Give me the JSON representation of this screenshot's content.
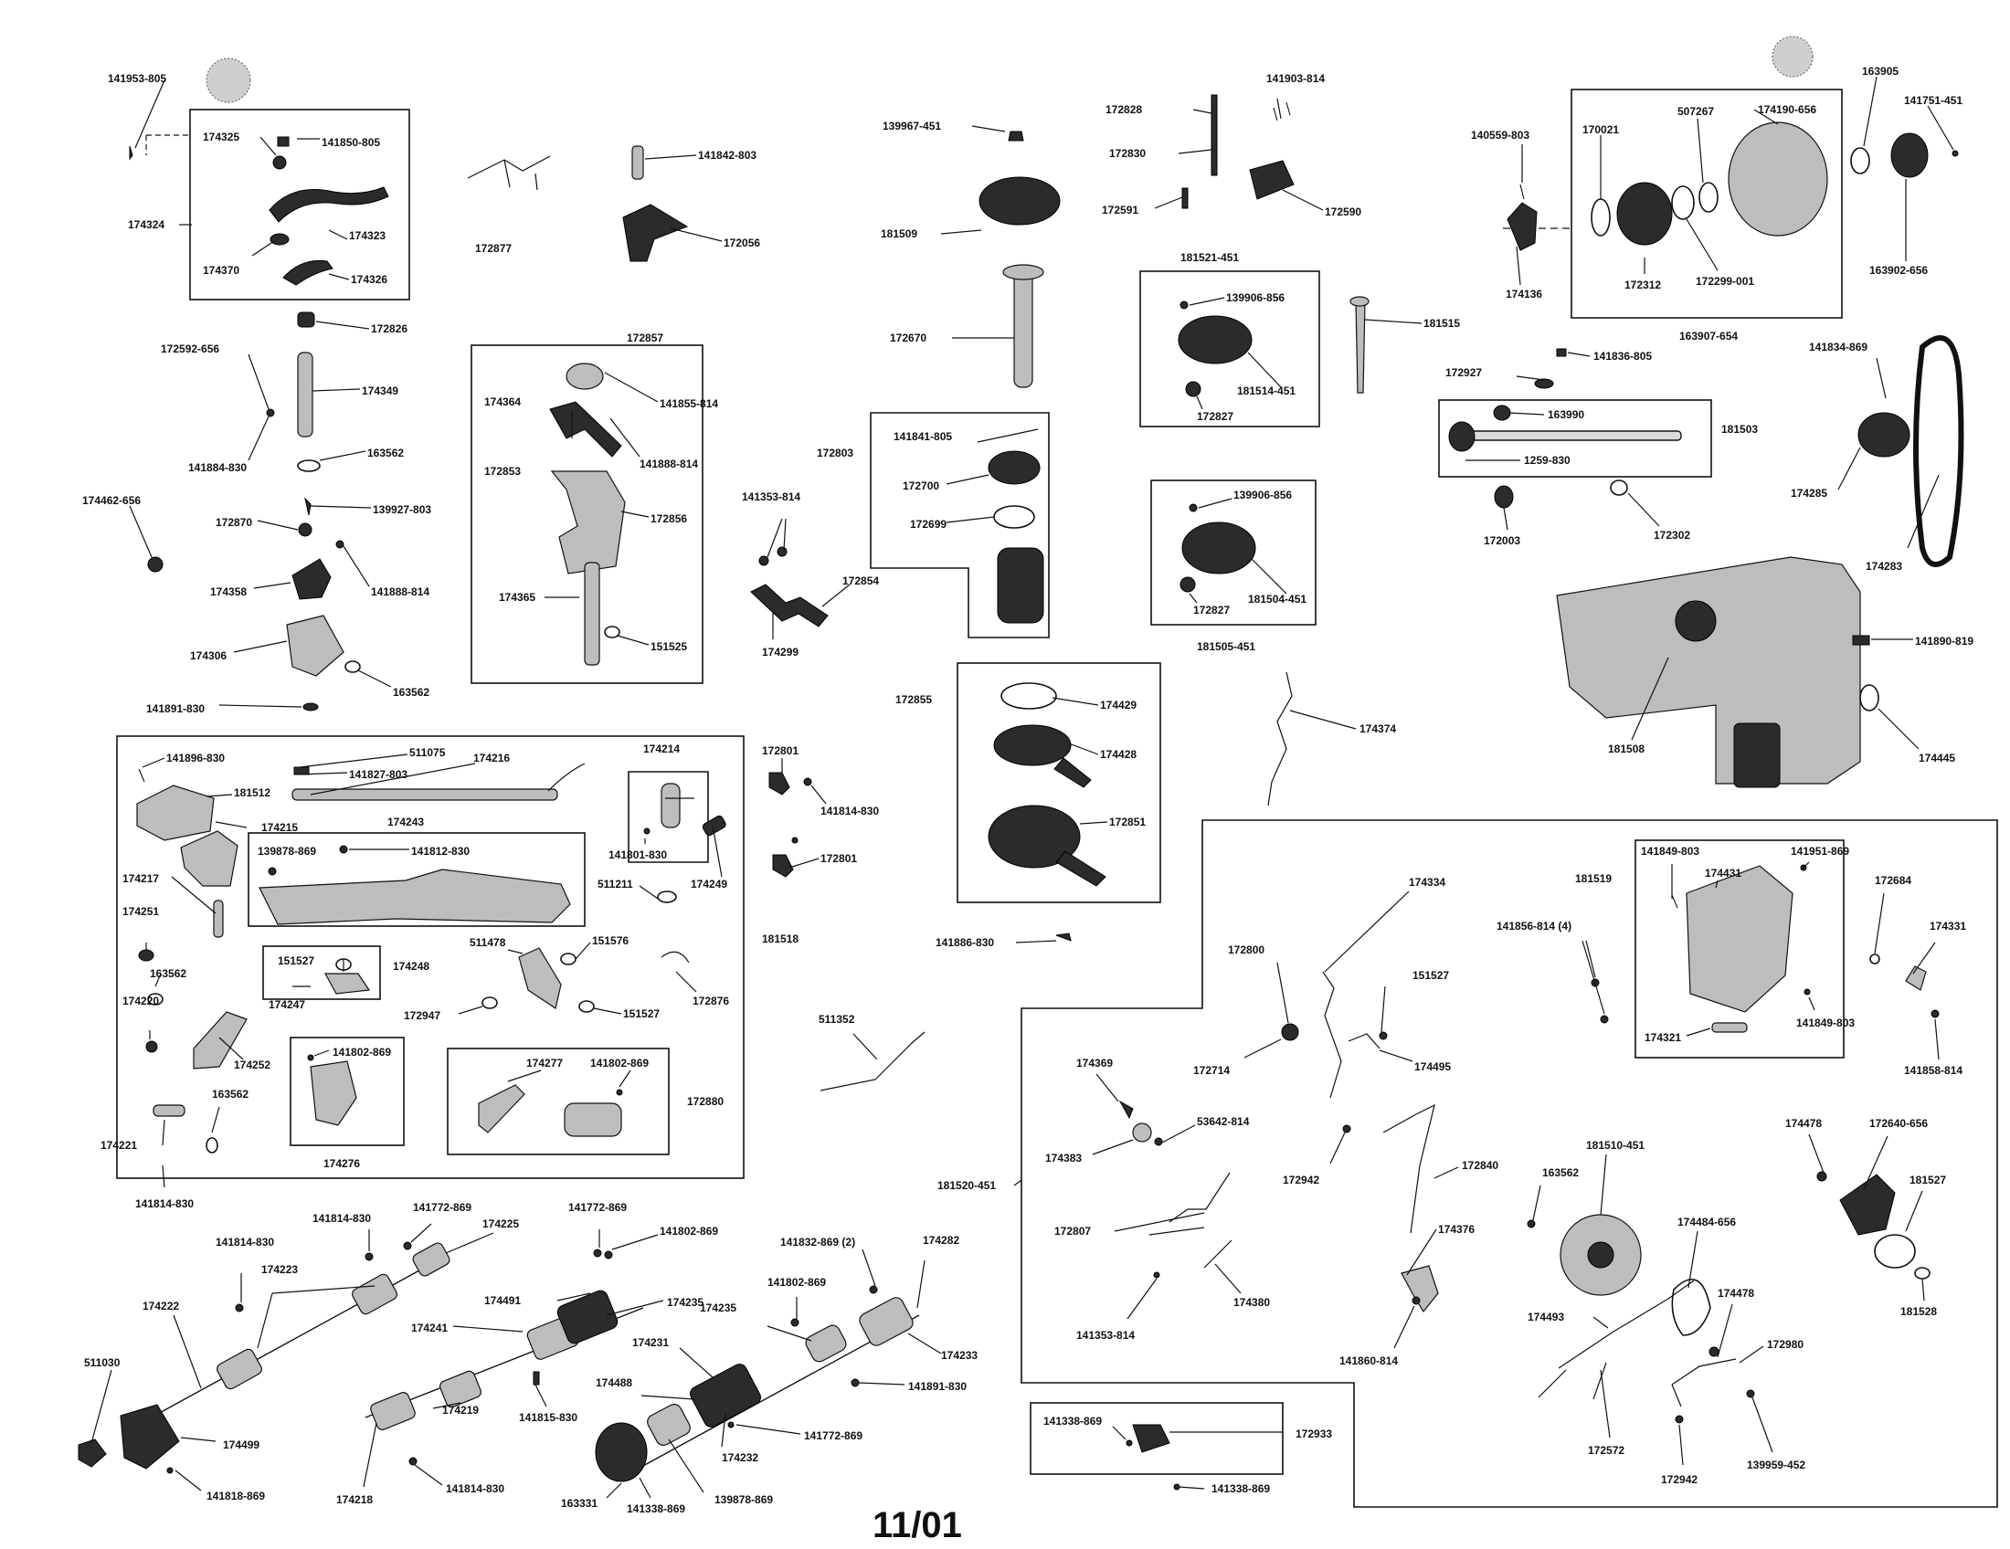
{
  "page_number": "11/01",
  "labels": {
    "141953_805": "141953-805",
    "174325": "174325",
    "141850_805": "141850-805",
    "174324": "174324",
    "174323": "174323",
    "174370": "174370",
    "174326": "174326",
    "172826": "172826",
    "172592_656": "172592-656",
    "174349": "174349",
    "141884_830": "141884-830",
    "163562_a": "163562",
    "174462_656": "174462-656",
    "139927_803": "139927-803",
    "172870": "172870",
    "174358": "174358",
    "141888_814_a": "141888-814",
    "174306": "174306",
    "163562_b": "163562",
    "141891_830_a": "141891-830",
    "172877": "172877",
    "141842_803": "141842-803",
    "172056": "172056",
    "172857": "172857",
    "174364": "174364",
    "141855_814": "141855-814",
    "172853": "172853",
    "141888_814_b": "141888-814",
    "172856": "172856",
    "174365": "174365",
    "151525": "151525",
    "141353_814_a": "141353-814",
    "172854": "172854",
    "174299": "174299",
    "139967_451": "139967-451",
    "181509": "181509",
    "172670": "172670",
    "172803": "172803",
    "141841_805": "141841-805",
    "172700": "172700",
    "172699": "172699",
    "172828": "172828",
    "172830": "172830",
    "141903_814": "141903-814",
    "172591": "172591",
    "172590": "172590",
    "181521_451": "181521-451",
    "139906_856_a": "139906-856",
    "181514_451": "181514-451",
    "172827_a": "172827",
    "139906_856_b": "139906-856",
    "181504_451": "181504-451",
    "172827_b": "172827",
    "181505_451": "181505-451",
    "181515": "181515",
    "140559_803": "140559-803",
    "170021": "170021",
    "507267": "507267",
    "174190_656": "174190-656",
    "163905": "163905",
    "141751_451": "141751-451",
    "174136": "174136",
    "172312": "172312",
    "172299_001": "172299-001",
    "163902_656": "163902-656",
    "163907_654": "163907-654",
    "141836_805": "141836-805",
    "172927": "172927",
    "163990": "163990",
    "181503": "181503",
    "1259_830": "1259-830",
    "172003": "172003",
    "172302": "172302",
    "141834_869": "141834-869",
    "174285": "174285",
    "174283": "174283",
    "141890_819": "141890-819",
    "181508": "181508",
    "174445": "174445",
    "174374": "174374",
    "172855": "172855",
    "174429": "174429",
    "174428": "174428",
    "172851": "172851",
    "141886_830": "141886-830",
    "172801_a": "172801",
    "141814_830_a": "141814-830",
    "172801_b": "172801",
    "141896_830": "141896-830",
    "511075": "511075",
    "141827_803": "141827-803",
    "174216": "174216",
    "174214": "174214",
    "181512": "181512",
    "174215": "174215",
    "174243": "174243",
    "139878_869_a": "139878-869",
    "141812_830": "141812-830",
    "141801_830": "141801-830",
    "174249": "174249",
    "511211": "511211",
    "174217": "174217",
    "174251": "174251",
    "163562_c": "163562",
    "511478": "511478",
    "151576": "151576",
    "151527_a": "151527",
    "174248": "174248",
    "174247": "174247",
    "172947": "172947",
    "151527_b": "151527",
    "172876": "172876",
    "181518": "181518",
    "174220": "174220",
    "174252": "174252",
    "141802_869_a": "141802-869",
    "174277": "174277",
    "141802_869_b": "141802-869",
    "172880": "172880",
    "174276": "174276",
    "163562_d": "163562",
    "174221": "174221",
    "141814_830_b": "141814-830",
    "141814_830_c": "141814-830",
    "141772_869_a": "141772-869",
    "174225": "174225",
    "141772_869_b": "141772-869",
    "141802_869_c": "141802-869",
    "141814_830_d": "141814-830",
    "174223": "174223",
    "174222": "174222",
    "511030": "511030",
    "174499": "174499",
    "141818_869": "141818-869",
    "174491": "174491",
    "174235_a": "174235",
    "174241": "174241",
    "174219": "174219",
    "174218": "174218",
    "141815_830": "141815-830",
    "141814_830_e": "141814-830",
    "141832_869_2": "141832-869 (2)",
    "174282": "174282",
    "141802_869_d": "141802-869",
    "174235_b": "174235",
    "174231": "174231",
    "174233": "174233",
    "174488": "174488",
    "141891_830_b": "141891-830",
    "141772_869_c": "141772-869",
    "174232": "174232",
    "163331": "163331",
    "141338_869_a": "141338-869",
    "139878_869_b": "139878-869",
    "511352": "511352",
    "181520_451": "181520-451",
    "174334": "174334",
    "172800": "172800",
    "151527_c": "151527",
    "172714": "172714",
    "174495": "174495",
    "174369": "174369",
    "174383": "174383",
    "53642_814": "53642-814",
    "172942_a": "172942",
    "172840": "172840",
    "172807": "172807",
    "174376": "174376",
    "141353_814_b": "141353-814",
    "174380": "174380",
    "141860_814": "141860-814",
    "181519": "181519",
    "141849_803_a": "141849-803",
    "174431": "174431",
    "141951_869": "141951-869",
    "172684": "172684",
    "141856_814_4": "141856-814 (4)",
    "174331": "174331",
    "174321": "174321",
    "141849_803_b": "141849-803",
    "141858_814": "141858-814",
    "163562_e": "163562",
    "181510_451": "181510-451",
    "174478_a": "174478",
    "172640_656": "172640-656",
    "181527": "181527",
    "174484_656": "174484-656",
    "174478_b": "174478",
    "174493": "174493",
    "172980": "172980",
    "181528": "181528",
    "172572": "172572",
    "172942_b": "172942",
    "139959_452": "139959-452",
    "141338_869_b": "141338-869",
    "172933": "172933",
    "141338_869_c": "141338-869"
  }
}
